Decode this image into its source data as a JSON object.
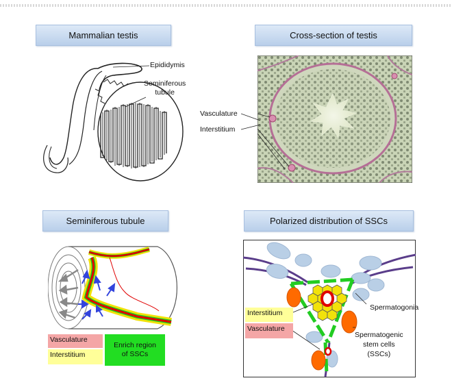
{
  "panels": {
    "testis": {
      "title": "Mammalian testis",
      "labels": {
        "epididymis": "Epididymis",
        "seminiferous_tubule": "Seminiferous\ntubule"
      }
    },
    "cross_section": {
      "title": "Cross-section of testis",
      "labels": {
        "vasculature": "Vasculature",
        "interstitium": "Interstitium"
      }
    },
    "tubule": {
      "title": "Seminiferous tubule",
      "legend": {
        "vasculature": "Vasculature",
        "interstitium": "Interstitium",
        "enrich": "Enrich region\nof SSCs"
      }
    },
    "distribution": {
      "title": "Polarized distribution of SSCs",
      "labels": {
        "interstitium": "Interstitium",
        "vasculature": "Vasculature",
        "spermatogonia": "Spermatogonia",
        "ssc": "Spermatogenic\nstem cells\n(SSCs)"
      }
    }
  },
  "colors": {
    "pill": "#c7d9f0",
    "vasculature_box": "#f4a6a6",
    "interstitium_box": "#ffff99",
    "enrich_box": "#22dd22",
    "vessel_red": "#e00000",
    "interstitium_yellow": "#f2e20a",
    "ssc_green": "#22cc22",
    "spermatogonia_blue": "#b9cfe6",
    "ssc_orange": "#ff6a00",
    "vessel_purple": "#5a3d8a"
  }
}
